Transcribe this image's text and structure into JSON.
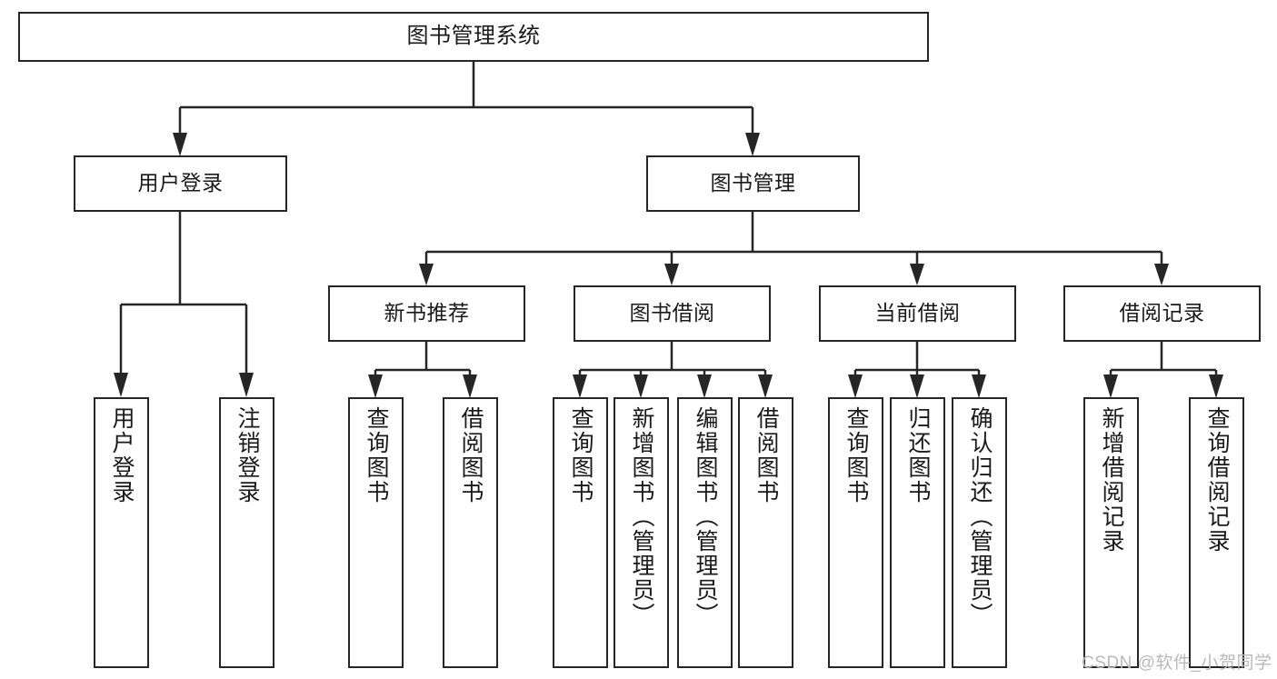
{
  "diagram": {
    "title": "图书管理系统",
    "type": "hierarchy-tree",
    "background": "#ffffff",
    "stroke_color": "#262626",
    "text_color": "#1a1a1a",
    "watermark": "CSDN @软件_小贺同学",
    "watermark_color": "#b9b9b9",
    "levels": {
      "root": [
        "图书管理系统"
      ],
      "level2": [
        "用户登录",
        "图书管理"
      ],
      "level3": [
        "新书推荐",
        "图书借阅",
        "当前借阅",
        "借阅记录"
      ],
      "level4": [
        "用户登录",
        "注销登录",
        "查询图书",
        "借阅图书",
        "查询图书",
        "新增图书（管理员）",
        "编辑图书（管理员）",
        "借阅图书",
        "查询图书",
        "归还图书",
        "确认归还（管理员）",
        "新增借阅记录",
        "查询借阅记录"
      ]
    },
    "nodes": {
      "root": {
        "label": "图书管理系统"
      },
      "user_login": {
        "label": "用户登录"
      },
      "book_manage": {
        "label": "图书管理"
      },
      "new_book_rec": {
        "label": "新书推荐"
      },
      "book_borrow": {
        "label": "图书借阅"
      },
      "current_borrow": {
        "label": "当前借阅"
      },
      "borrow_record": {
        "label": "借阅记录"
      },
      "leaf_user_login": {
        "label": "用户登录"
      },
      "leaf_logout": {
        "label": "注销登录"
      },
      "leaf_query_book_1": {
        "label": "查询图书"
      },
      "leaf_borrow_book_1": {
        "label": "借阅图书"
      },
      "leaf_query_book_2": {
        "label": "查询图书"
      },
      "leaf_add_book": {
        "label": "新增图书（管理员）"
      },
      "leaf_edit_book": {
        "label": "编辑图书（管理员）"
      },
      "leaf_borrow_book_2": {
        "label": "借阅图书"
      },
      "leaf_query_book_3": {
        "label": "查询图书"
      },
      "leaf_return_book": {
        "label": "归还图书"
      },
      "leaf_confirm_return": {
        "label": "确认归还（管理员）"
      },
      "leaf_add_record": {
        "label": "新增借阅记录"
      },
      "leaf_query_record": {
        "label": "查询借阅记录"
      }
    }
  }
}
